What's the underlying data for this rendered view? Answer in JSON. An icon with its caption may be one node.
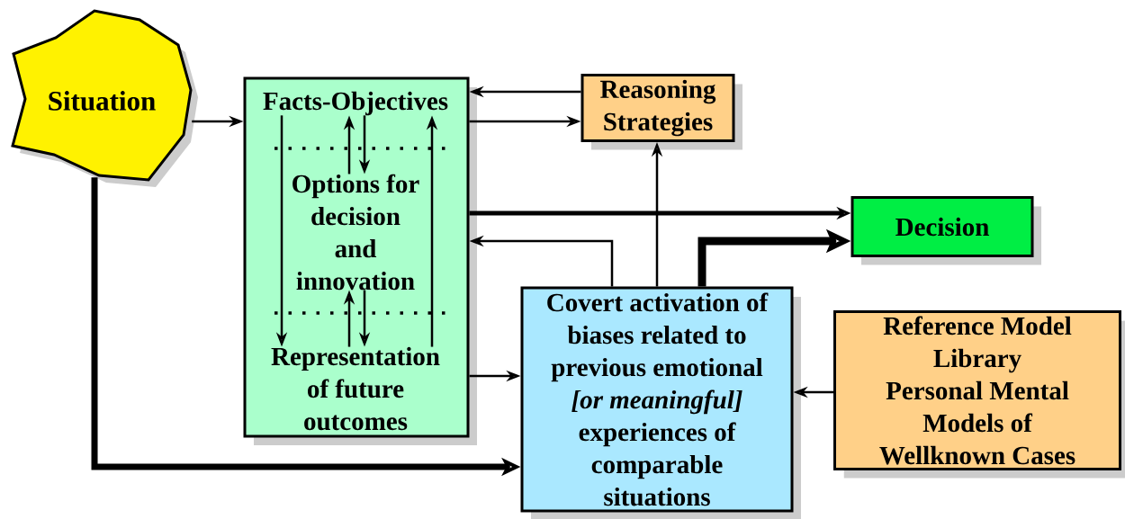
{
  "diagram": {
    "nodes": [
      {
        "text": [
          "Situation"
        ]
      },
      {
        "text": [],
        "shape": "box"
      },
      {
        "text": [
          "Facts-Objectives"
        ],
        "in": 1
      },
      {
        "text": [
          "Options for decision and innovation"
        ],
        "in": 1
      },
      {
        "text": [
          "Representation of future outcomes"
        ],
        "in": 1
      },
      {
        "text": [
          "Reasoning Strategies"
        ]
      },
      {
        "text": [
          "Decision"
        ]
      },
      {
        "text": [
          "Covert activation of biases related to previous emotional *[or meaningful]* experiences of comparable situations"
        ]
      },
      {
        "text": [
          "Reference Model Library",
          "Personal Mental Models of Wellknown Cases"
        ]
      }
    ],
    "edges": [
      {
        "from": 0,
        "to": 1,
        "arrow": "to"
      },
      {
        "from": 5,
        "to": 1,
        "arrow": "to"
      },
      {
        "from": 1,
        "to": 5,
        "arrow": "to"
      },
      {
        "from": 1,
        "to": 6,
        "arrow": "to",
        "style": "thick"
      },
      {
        "from": 7,
        "to": 1,
        "arrow": "to"
      },
      {
        "from": 7,
        "to": 5,
        "arrow": "to"
      },
      {
        "from": 7,
        "to": 6,
        "arrow": "to",
        "style": "thick"
      },
      {
        "from": 1,
        "to": 7,
        "arrow": "to"
      },
      {
        "from": 0,
        "to": 7,
        "arrow": "to",
        "style": "thick"
      },
      {
        "from": 8,
        "to": 7,
        "arrow": "to"
      },
      {
        "from": 2,
        "to": 4,
        "arrow": "to"
      },
      {
        "from": 3,
        "to": 2,
        "arrow": "to"
      },
      {
        "from": 2,
        "to": 3,
        "arrow": "to"
      },
      {
        "from": 4,
        "to": 3,
        "arrow": "to"
      },
      {
        "from": 3,
        "to": 4,
        "arrow": "to"
      },
      {
        "from": 4,
        "to": 2,
        "arrow": "to"
      }
    ]
  }
}
